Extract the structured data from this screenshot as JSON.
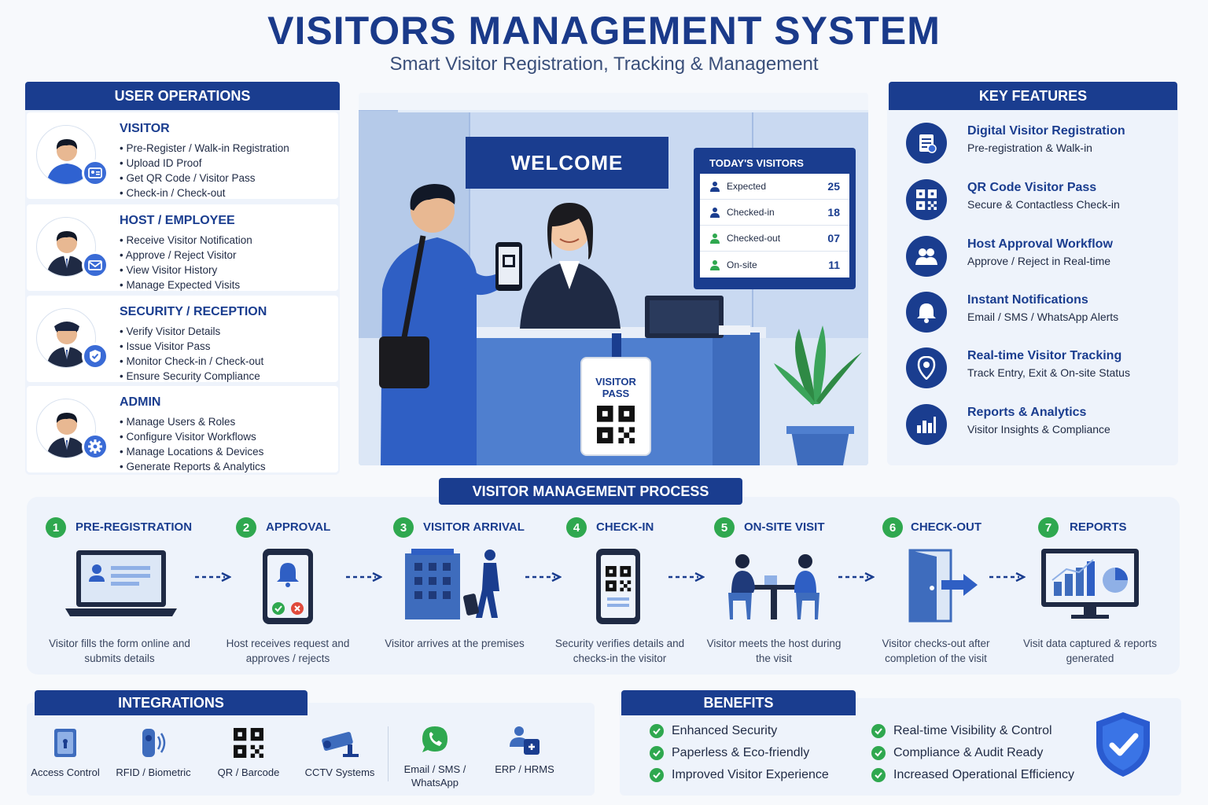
{
  "title": "VISITORS MANAGEMENT SYSTEM",
  "subtitle": "Smart Visitor Registration, Tracking & Management",
  "user_operations": {
    "header": "USER OPERATIONS",
    "roles": [
      {
        "title": "VISITOR",
        "icon": "id-card-icon",
        "items": [
          "Pre-Register / Walk-in Registration",
          "Upload ID Proof",
          "Get QR Code / Visitor Pass",
          "Check-in / Check-out"
        ]
      },
      {
        "title": "HOST / EMPLOYEE",
        "icon": "envelope-icon",
        "items": [
          "Receive Visitor Notification",
          "Approve / Reject Visitor",
          "View Visitor History",
          "Manage Expected Visits"
        ]
      },
      {
        "title": "SECURITY / RECEPTION",
        "icon": "shield-icon",
        "items": [
          "Verify Visitor Details",
          "Issue Visitor Pass",
          "Monitor Check-in / Check-out",
          "Ensure Security Compliance"
        ]
      },
      {
        "title": "ADMIN",
        "icon": "gear-icon",
        "items": [
          "Manage Users & Roles",
          "Configure Visitor Workflows",
          "Manage Locations & Devices",
          "Generate Reports & Analytics"
        ]
      }
    ]
  },
  "scene": {
    "welcome": "WELCOME",
    "board_title": "TODAY'S VISITORS",
    "board_rows": [
      {
        "label": "Expected",
        "value": "25",
        "color": "#1a3d8f"
      },
      {
        "label": "Checked-in",
        "value": "18",
        "color": "#1a3d8f"
      },
      {
        "label": "Checked-out",
        "value": "07",
        "color": "#2fa84f"
      },
      {
        "label": "On-site",
        "value": "11",
        "color": "#2fa84f"
      }
    ],
    "pass_line1": "VISITOR",
    "pass_line2": "PASS"
  },
  "key_features": {
    "header": "KEY FEATURES",
    "items": [
      {
        "title": "Digital Visitor Registration",
        "desc": "Pre-registration & Walk-in",
        "icon": "registration-form-icon"
      },
      {
        "title": "QR Code Visitor Pass",
        "desc": "Secure & Contactless Check-in",
        "icon": "qr-code-icon"
      },
      {
        "title": "Host Approval Workflow",
        "desc": "Approve / Reject in Real-time",
        "icon": "users-icon"
      },
      {
        "title": "Instant Notifications",
        "desc": "Email / SMS / WhatsApp Alerts",
        "icon": "bell-icon"
      },
      {
        "title": "Real-time Visitor Tracking",
        "desc": "Track Entry, Exit & On-site Status",
        "icon": "location-pin-icon"
      },
      {
        "title": "Reports & Analytics",
        "desc": "Visitor Insights & Compliance",
        "icon": "bar-chart-icon"
      }
    ]
  },
  "process": {
    "header": "VISITOR MANAGEMENT PROCESS",
    "steps": [
      {
        "num": "1",
        "title": "PRE-REGISTRATION",
        "desc": "Visitor fills the form online and submits details"
      },
      {
        "num": "2",
        "title": "APPROVAL",
        "desc": "Host receives request and approves / rejects"
      },
      {
        "num": "3",
        "title": "VISITOR ARRIVAL",
        "desc": "Visitor arrives at the premises"
      },
      {
        "num": "4",
        "title": "CHECK-IN",
        "desc": "Security verifies details and checks-in the visitor"
      },
      {
        "num": "5",
        "title": "ON-SITE VISIT",
        "desc": "Visitor meets the host during the visit"
      },
      {
        "num": "6",
        "title": "CHECK-OUT",
        "desc": "Visitor checks-out after completion of the visit"
      },
      {
        "num": "7",
        "title": "REPORTS",
        "desc": "Visit data captured & reports generated"
      }
    ]
  },
  "integrations": {
    "header": "INTEGRATIONS",
    "items": [
      {
        "label": "Access Control",
        "icon": "access-control-icon"
      },
      {
        "label": "RFID / Biometric",
        "icon": "rfid-icon"
      },
      {
        "label": "QR / Barcode",
        "icon": "qr-barcode-icon"
      },
      {
        "label": "CCTV Systems",
        "icon": "cctv-icon"
      },
      {
        "label": "Email / SMS / WhatsApp",
        "icon": "whatsapp-icon"
      },
      {
        "label": "ERP / HRMS",
        "icon": "erp-icon"
      }
    ]
  },
  "benefits": {
    "header": "BENEFITS",
    "items": [
      "Enhanced Security",
      "Paperless & Eco-friendly",
      "Improved Visitor Experience",
      "Real-time Visibility & Control",
      "Compliance & Audit Ready",
      "Increased Operational Efficiency"
    ]
  },
  "colors": {
    "primary": "#1a3d8f",
    "accent": "#3a6bd6",
    "success": "#2fa84f"
  }
}
